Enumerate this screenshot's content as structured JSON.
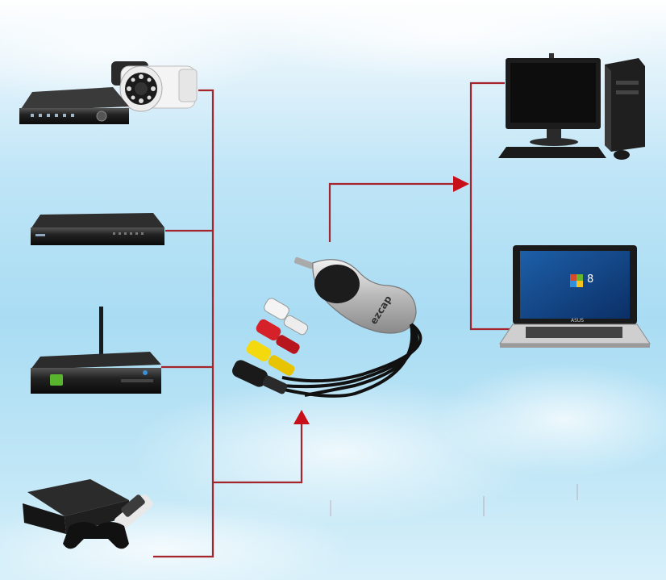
{
  "diagram": {
    "device_brand_text": "ezcap",
    "laptop_brand_text": "ASUS",
    "laptop_screen_number": "8",
    "colors": {
      "line": "#a4262c",
      "arrow": "#c8101a"
    },
    "icons": [
      "security-camera-icon",
      "dvr-recorder-icon",
      "dvd-player-icon",
      "set-top-box-icon",
      "game-console-icon",
      "usb-capture-device-icon",
      "desktop-computer-icon",
      "laptop-icon"
    ]
  }
}
